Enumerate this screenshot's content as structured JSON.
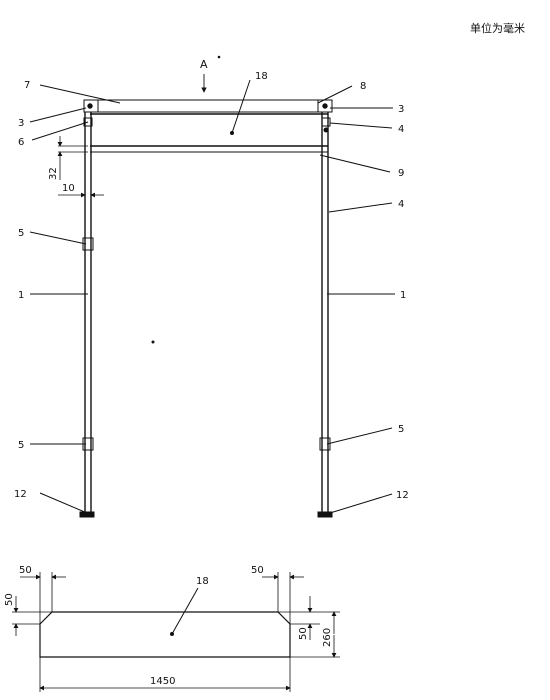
{
  "units_note": "单位为毫米",
  "view_label": "A",
  "labels": {
    "l7": "7",
    "l8": "8",
    "l18_top": "18",
    "l3_left": "3",
    "l3_right": "3",
    "l6": "6",
    "l4_top": "4",
    "l9": "9",
    "l4_mid": "4",
    "l5_left_top": "5",
    "l5_left_bottom": "5",
    "l5_right": "5",
    "l1_left": "1",
    "l1_right": "1",
    "l12_left": "12",
    "l12_right": "12",
    "l18_bottom": "18"
  },
  "dims": {
    "d32": "32",
    "d10": "10",
    "d50_left_top": "50",
    "d50_left_side": "50",
    "d50_right_top": "50",
    "d50_right_side": "50",
    "d260": "260",
    "d1450": "1450"
  },
  "colors": {
    "line": "#111111"
  }
}
